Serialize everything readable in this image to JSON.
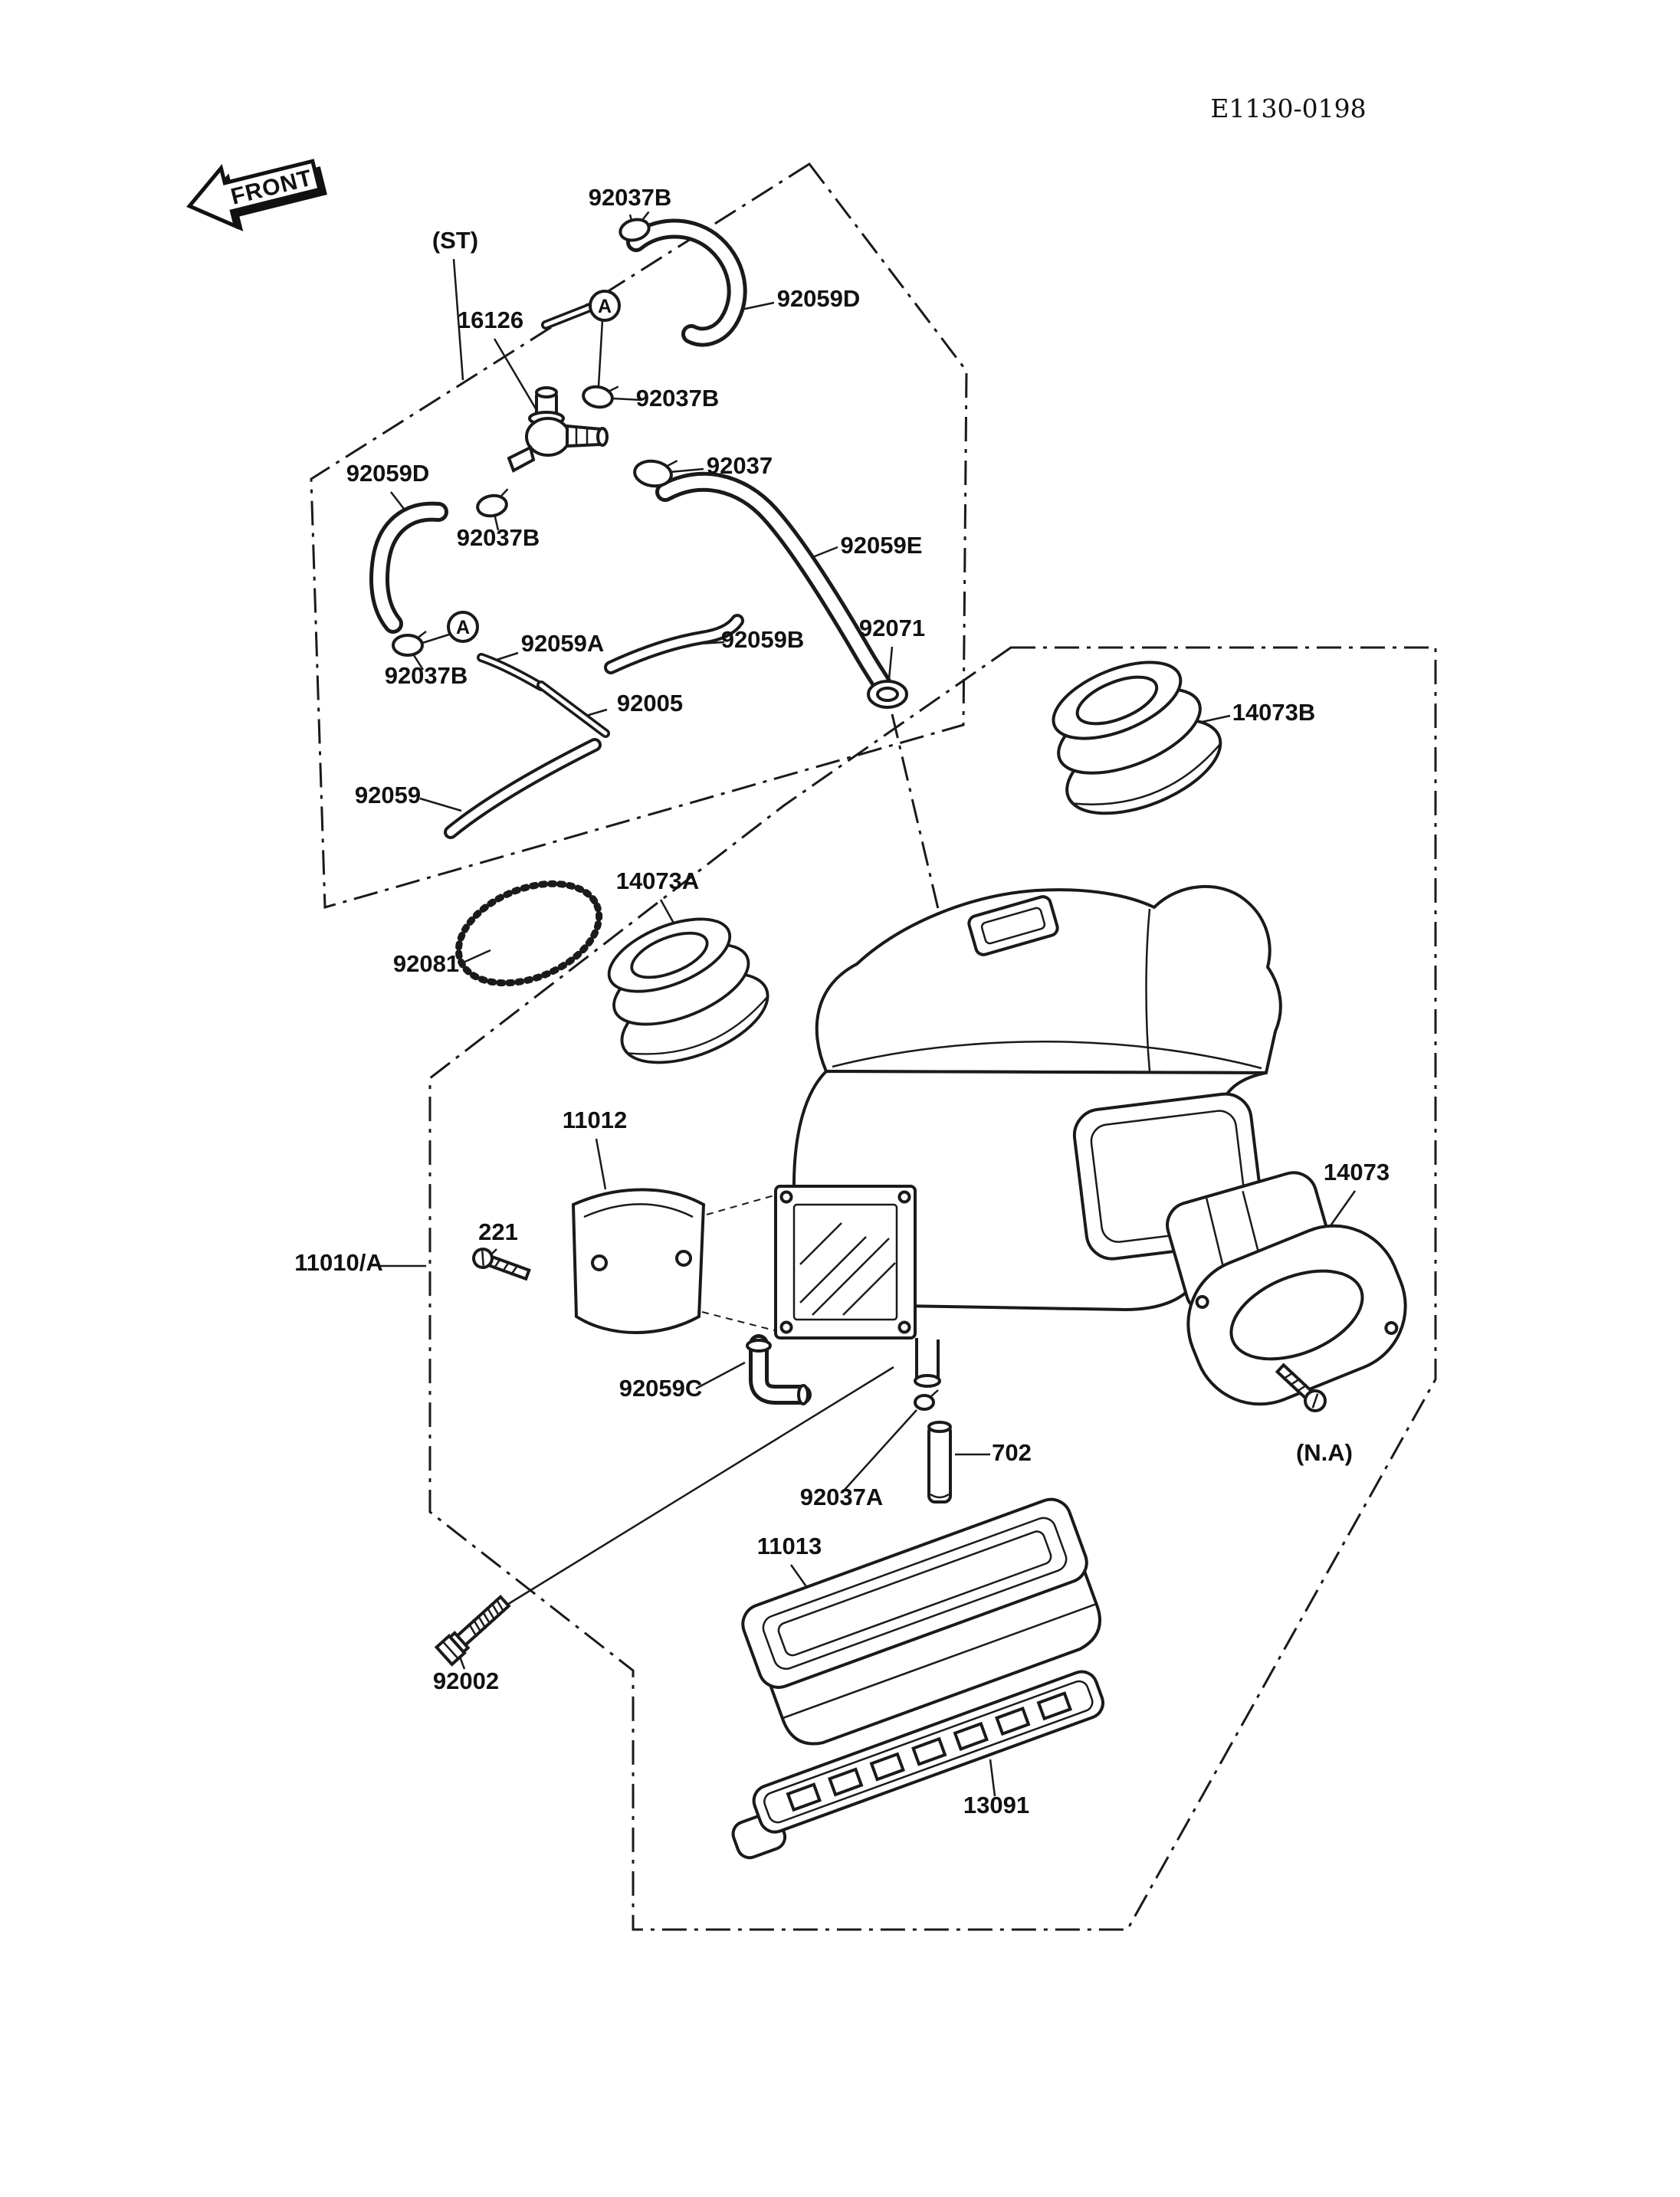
{
  "diagram": {
    "code": "E1130-0198",
    "front_marker": "FRONT",
    "callout_letter": "A",
    "ink_color": "#1a1a1a",
    "background_color": "#ffffff"
  },
  "part_labels": [
    {
      "text": "(ST)"
    },
    {
      "text": "92037B"
    },
    {
      "text": "92059D"
    },
    {
      "text": "16126"
    },
    {
      "text": "92037B"
    },
    {
      "text": "92059D"
    },
    {
      "text": "92037"
    },
    {
      "text": "92037B"
    },
    {
      "text": "92059E"
    },
    {
      "text": "92059A"
    },
    {
      "text": "92059B"
    },
    {
      "text": "92071"
    },
    {
      "text": "92037B"
    },
    {
      "text": "92005"
    },
    {
      "text": "92059"
    },
    {
      "text": "14073B"
    },
    {
      "text": "14073A"
    },
    {
      "text": "92081"
    },
    {
      "text": "11012"
    },
    {
      "text": "221"
    },
    {
      "text": "11010/A"
    },
    {
      "text": "92059C"
    },
    {
      "text": "14073"
    },
    {
      "text": "(N.A)"
    },
    {
      "text": "702"
    },
    {
      "text": "92037A"
    },
    {
      "text": "11013"
    },
    {
      "text": "92002"
    },
    {
      "text": "13091"
    }
  ]
}
